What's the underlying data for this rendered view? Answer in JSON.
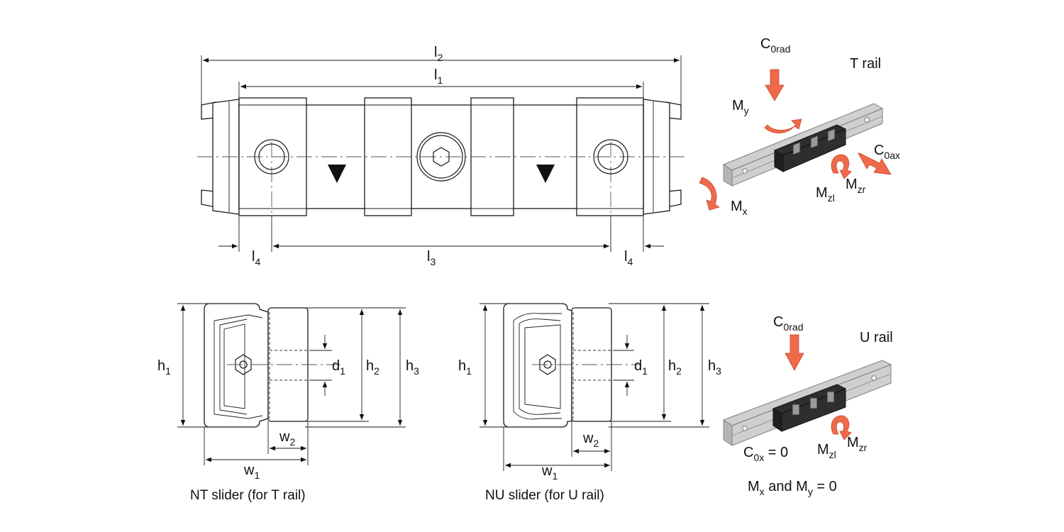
{
  "top_view": {
    "dim_l2": "l",
    "dim_l2_sub": "2",
    "dim_l1": "l",
    "dim_l1_sub": "1",
    "dim_l3": "l",
    "dim_l3_sub": "3",
    "dim_l4_left": "l",
    "dim_l4_left_sub": "4",
    "dim_l4_right": "l",
    "dim_l4_right_sub": "4"
  },
  "t_rail": {
    "title": "T rail",
    "c0rad": "C",
    "c0rad_sub": "0rad",
    "my": "M",
    "my_sub": "y",
    "c0ax": "C",
    "c0ax_sub": "0ax",
    "mx": "M",
    "mx_sub": "x",
    "mzl": "M",
    "mzl_sub": "zl",
    "mzr": "M",
    "mzr_sub": "zr"
  },
  "nt_slider": {
    "caption": "NT slider (for T rail)",
    "h1": "h",
    "h1_sub": "1",
    "h2": "h",
    "h2_sub": "2",
    "h3": "h",
    "h3_sub": "3",
    "d1": "d",
    "d1_sub": "1",
    "w1": "w",
    "w1_sub": "1",
    "w2": "w",
    "w2_sub": "2"
  },
  "nu_slider": {
    "caption": "NU slider (for U rail)",
    "h1": "h",
    "h1_sub": "1",
    "h2": "h",
    "h2_sub": "2",
    "h3": "h",
    "h3_sub": "3",
    "d1": "d",
    "d1_sub": "1",
    "w1": "w",
    "w1_sub": "1",
    "w2": "w",
    "w2_sub": "2"
  },
  "u_rail": {
    "title": "U rail",
    "c0rad": "C",
    "c0rad_sub": "0rad",
    "c0x": "C",
    "c0x_sub": "0x",
    "c0x_value": " = 0",
    "mzl": "M",
    "mzl_sub": "zl",
    "mzr": "M",
    "mzr_sub": "zr",
    "note_mx": "M",
    "note_mx_sub": "x",
    "note_and": " and  ",
    "note_my": "M",
    "note_my_sub": "y",
    "note_value": " = 0"
  },
  "colors": {
    "load_arrow": "#ee6a4a",
    "line": "#1a1a1a",
    "rail": "#cfcfcf"
  }
}
